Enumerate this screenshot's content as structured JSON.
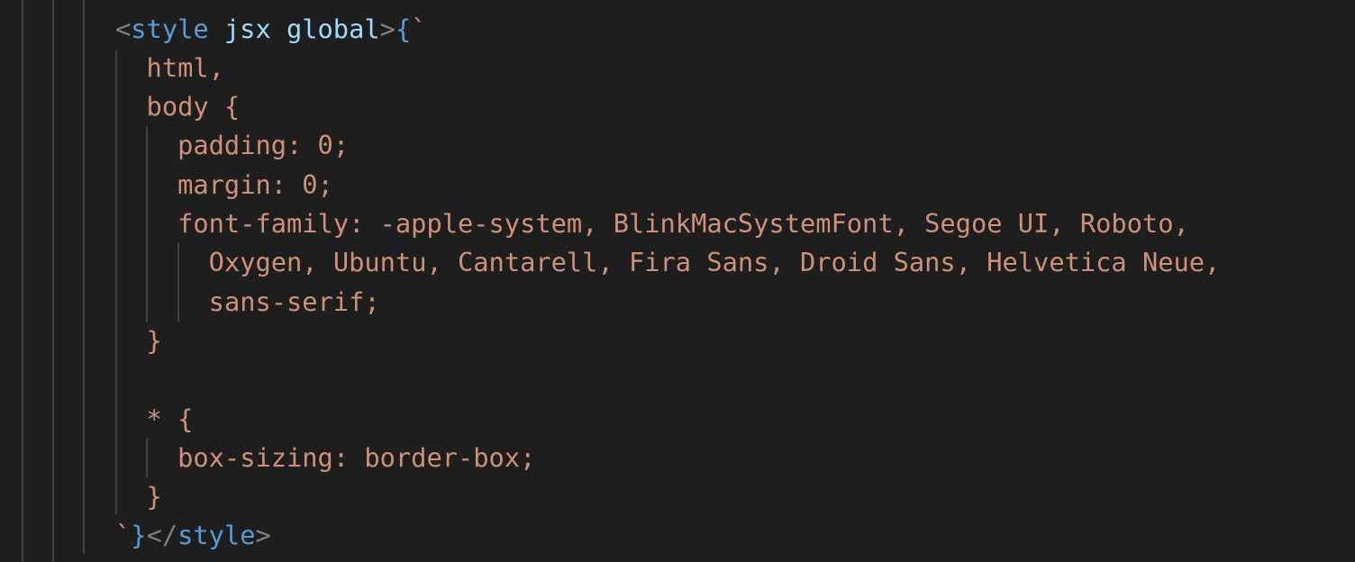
{
  "colors": {
    "punct": "#808080",
    "tag": "#569cd6",
    "attr": "#9cdcfe",
    "brace": "#569cd6",
    "string": "#ce9178",
    "background": "#1e1e1e"
  },
  "code": {
    "lines": [
      {
        "indent": 0,
        "tokens": [
          {
            "text": "<",
            "kind": "punct"
          },
          {
            "text": "style",
            "kind": "tag"
          },
          {
            "text": " jsx global",
            "kind": "attr"
          },
          {
            "text": ">",
            "kind": "punct"
          },
          {
            "text": "{",
            "kind": "brace"
          },
          {
            "text": "`",
            "kind": "string"
          }
        ]
      },
      {
        "indent": 2,
        "tokens": [
          {
            "text": "html,",
            "kind": "string"
          }
        ]
      },
      {
        "indent": 2,
        "tokens": [
          {
            "text": "body {",
            "kind": "string"
          }
        ]
      },
      {
        "indent": 4,
        "tokens": [
          {
            "text": "padding: 0;",
            "kind": "string"
          }
        ]
      },
      {
        "indent": 4,
        "tokens": [
          {
            "text": "margin: 0;",
            "kind": "string"
          }
        ]
      },
      {
        "indent": 4,
        "tokens": [
          {
            "text": "font-family: -apple-system, BlinkMacSystemFont, Segoe UI, Roboto,",
            "kind": "string"
          }
        ]
      },
      {
        "indent": 6,
        "tokens": [
          {
            "text": "Oxygen, Ubuntu, Cantarell, Fira Sans, Droid Sans, Helvetica Neue,",
            "kind": "string"
          }
        ]
      },
      {
        "indent": 6,
        "tokens": [
          {
            "text": "sans-serif;",
            "kind": "string"
          }
        ]
      },
      {
        "indent": 2,
        "tokens": [
          {
            "text": "}",
            "kind": "string"
          }
        ]
      },
      {
        "indent": 0,
        "tokens": []
      },
      {
        "indent": 2,
        "tokens": [
          {
            "text": "* {",
            "kind": "string"
          }
        ]
      },
      {
        "indent": 4,
        "tokens": [
          {
            "text": "box-sizing: border-box;",
            "kind": "string"
          }
        ]
      },
      {
        "indent": 2,
        "tokens": [
          {
            "text": "}",
            "kind": "string"
          }
        ]
      },
      {
        "indent": 0,
        "tokens": [
          {
            "text": "`",
            "kind": "string"
          },
          {
            "text": "}",
            "kind": "brace"
          },
          {
            "text": "</",
            "kind": "punct"
          },
          {
            "text": "style",
            "kind": "tag"
          },
          {
            "text": ">",
            "kind": "punct"
          }
        ]
      }
    ]
  }
}
